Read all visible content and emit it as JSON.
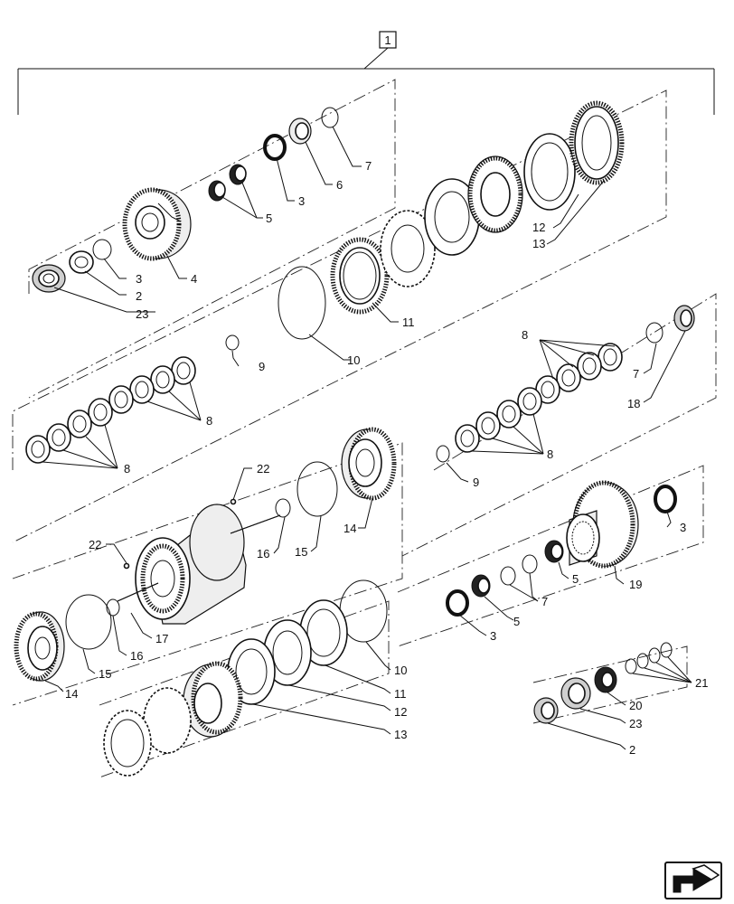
{
  "diagram": {
    "assembly_label": "1",
    "callouts": [
      "2",
      "2",
      "3",
      "3",
      "3",
      "3",
      "3",
      "4",
      "5",
      "5",
      "5",
      "5",
      "6",
      "7",
      "7",
      "7",
      "8",
      "8",
      "8",
      "8",
      "9",
      "9",
      "10",
      "10",
      "11",
      "11",
      "12",
      "12",
      "13",
      "13",
      "14",
      "14",
      "15",
      "15",
      "16",
      "16",
      "17",
      "18",
      "19",
      "20",
      "21",
      "22",
      "22",
      "23",
      "23"
    ]
  },
  "nav_icon": "next-page-arrow-icon"
}
